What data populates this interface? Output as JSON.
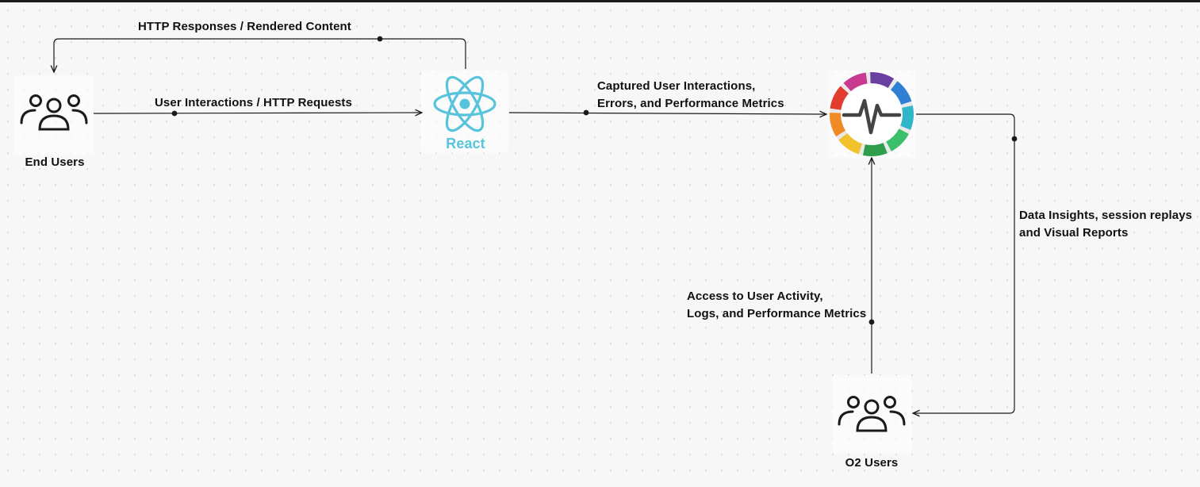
{
  "nodes": {
    "end_users": {
      "label": "End Users",
      "icon": "users-group-icon"
    },
    "react": {
      "label": "React",
      "icon": "react-logo-icon",
      "color": "#58c4dc"
    },
    "observability": {
      "icon": "monitoring-ring-icon"
    },
    "o2_users": {
      "label": "O2 Users",
      "icon": "users-group-icon"
    }
  },
  "edges": {
    "responses": {
      "text": "HTTP Responses /  Rendered Content"
    },
    "requests": {
      "text": "User Interactions /  HTTP Requests"
    },
    "captured": {
      "lines": [
        "Captured User Interactions,",
        "Errors, and Performance Metrics"
      ]
    },
    "insights": {
      "lines": [
        "Data Insights, session replays",
        "and Visual Reports"
      ]
    },
    "access": {
      "lines": [
        "Access to User Activity,",
        "Logs, and Performance Metrics"
      ]
    }
  },
  "colors": {
    "line": "#1a1a1a",
    "ring": [
      "#6a3fa0",
      "#2f7fd4",
      "#2fb7c9",
      "#3bbf6a",
      "#2f9e4c",
      "#f2c12e",
      "#f08a24",
      "#e23b2f",
      "#c83a8f"
    ]
  }
}
